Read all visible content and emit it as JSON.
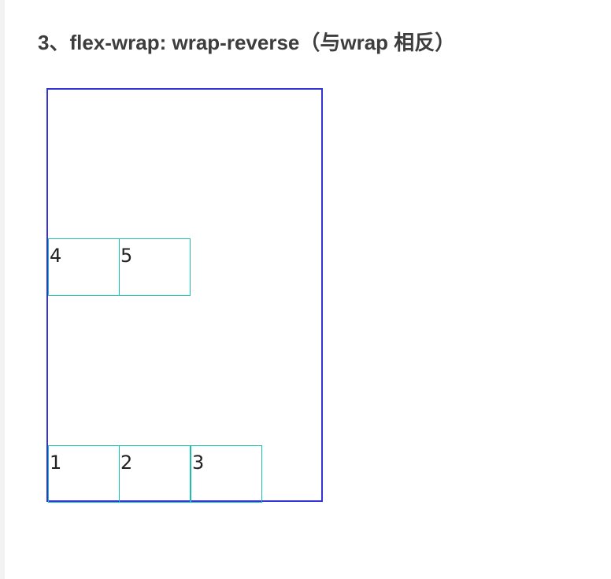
{
  "heading": "3、flex-wrap: wrap-reverse（与wrap 相反）",
  "colors": {
    "container_border": "#3434d6",
    "item_border": "#19c0b0",
    "heading_text": "#3d3d3d"
  },
  "rows": [
    {
      "items": [
        {
          "label": "4"
        },
        {
          "label": "5"
        }
      ]
    },
    {
      "items": [
        {
          "label": "1"
        },
        {
          "label": "2"
        },
        {
          "label": "3"
        }
      ]
    }
  ]
}
